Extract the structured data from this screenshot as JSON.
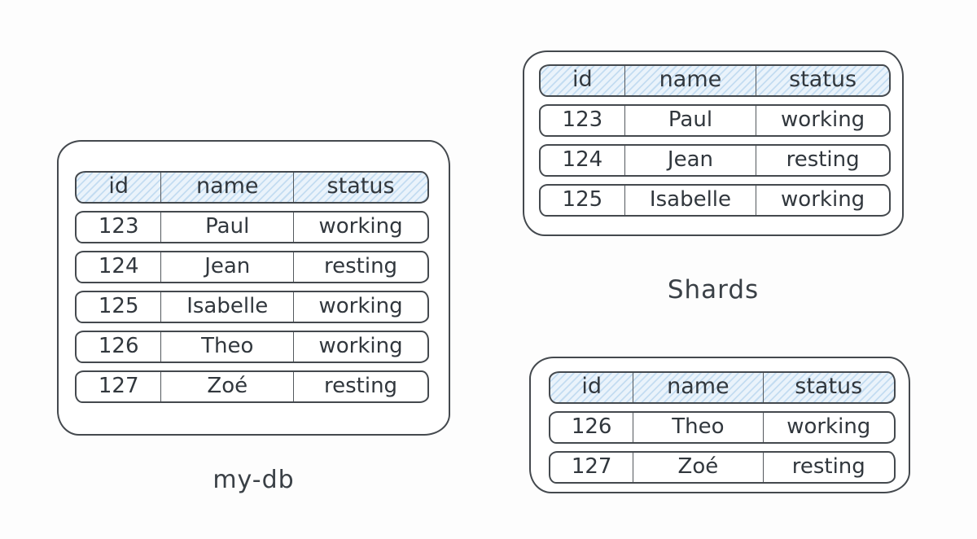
{
  "diagram": {
    "columns": [
      "id",
      "name",
      "status"
    ],
    "mydb": {
      "label": "my-db",
      "rows": [
        [
          "123",
          "Paul",
          "working"
        ],
        [
          "124",
          "Jean",
          "resting"
        ],
        [
          "125",
          "Isabelle",
          "working"
        ],
        [
          "126",
          "Theo",
          "working"
        ],
        [
          "127",
          "Zoé",
          "resting"
        ]
      ]
    },
    "shards": {
      "label": "Shards",
      "shard1": {
        "rows": [
          [
            "123",
            "Paul",
            "working"
          ],
          [
            "124",
            "Jean",
            "resting"
          ],
          [
            "125",
            "Isabelle",
            "working"
          ]
        ]
      },
      "shard2": {
        "rows": [
          [
            "126",
            "Theo",
            "working"
          ],
          [
            "127",
            "Zoé",
            "resting"
          ]
        ]
      }
    },
    "colors": {
      "background": "#fdfdfd",
      "stroke": "#44494e",
      "text": "#31373d",
      "header_fill": "#eaf3fb",
      "header_stripe": "#c3dcf1"
    }
  }
}
